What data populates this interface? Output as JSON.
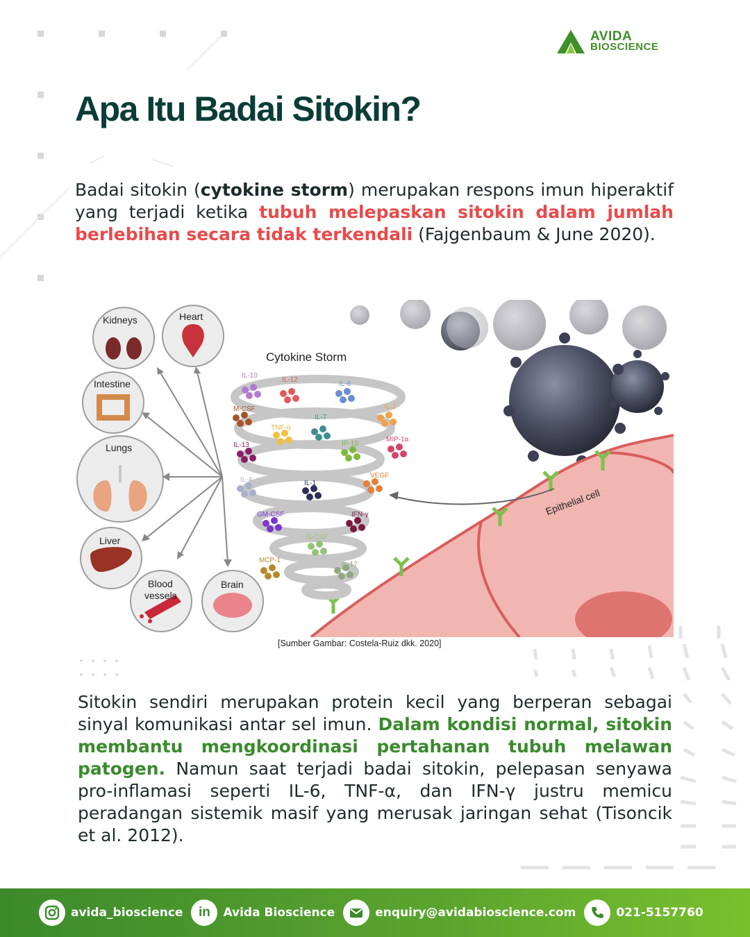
{
  "brand": {
    "name_line1": "AVIDA",
    "name_line2": "BIOSCIENCE",
    "color": "#3f8f2a"
  },
  "title": "Apa Itu Badai Sitokin?",
  "intro": {
    "t1": "Badai sitokin (",
    "t2": "cytokine storm",
    "t3": ") merupakan respons imun hiperaktif yang terjadi ketika ",
    "t4": "tubuh melepaskan sitokin dalam jumlah berlebihan secara tidak terkendali",
    "t5": " (Fajgenbaum & June 2020)."
  },
  "figure": {
    "title": "Cytokine Storm",
    "organs": [
      "Kidneys",
      "Heart",
      "Intestine",
      "Lungs",
      "Liver",
      "Blood vessels",
      "Brain"
    ],
    "organ_blood_l1": "Blood",
    "organ_blood_l2": "vessels",
    "cytokines": [
      "IL-10",
      "IL-12",
      "IL-6",
      "M-CSF",
      "IL-2",
      "TNF-α",
      "IL-7",
      "IL-13",
      "IP-10",
      "MIP-1α",
      "IL-4",
      "IL-1",
      "VEGF",
      "GM-CSF",
      "IFN-γ",
      "G-CSF",
      "MCP-1",
      "IL-17"
    ],
    "cell_label": "Epithelial cell",
    "caption": "[Sumber Gambar: Costela-Ruiz dkk. 2020]"
  },
  "body": {
    "t1": "Sitokin sendiri merupakan protein kecil yang berperan sebagai sinyal komunikasi antar sel imun. ",
    "t2": "Dalam kondisi normal, sitokin membantu mengkoordinasi pertahanan tubuh melawan patogen.",
    "t3": " Namun saat terjadi badai sitokin, pelepasan senyawa pro-inflamasi seperti IL-6, TNF-α, dan IFN-γ justru memicu peradangan sistemik masif yang merusak jaringan sehat (Tisoncik et al. 2012)."
  },
  "footer": {
    "instagram": "avida_bioscience",
    "linkedin": "Avida Bioscience",
    "email": "enquiry@avidabioscience.com",
    "phone": "021-5157760",
    "icons": [
      "instagram-icon",
      "linkedin-icon",
      "email-icon",
      "phone-icon"
    ]
  },
  "colors": {
    "title": "#0b3c37",
    "highlight_red": "#e84b4b",
    "highlight_green": "#3b8a2e",
    "footer": "#4c9a2d"
  }
}
